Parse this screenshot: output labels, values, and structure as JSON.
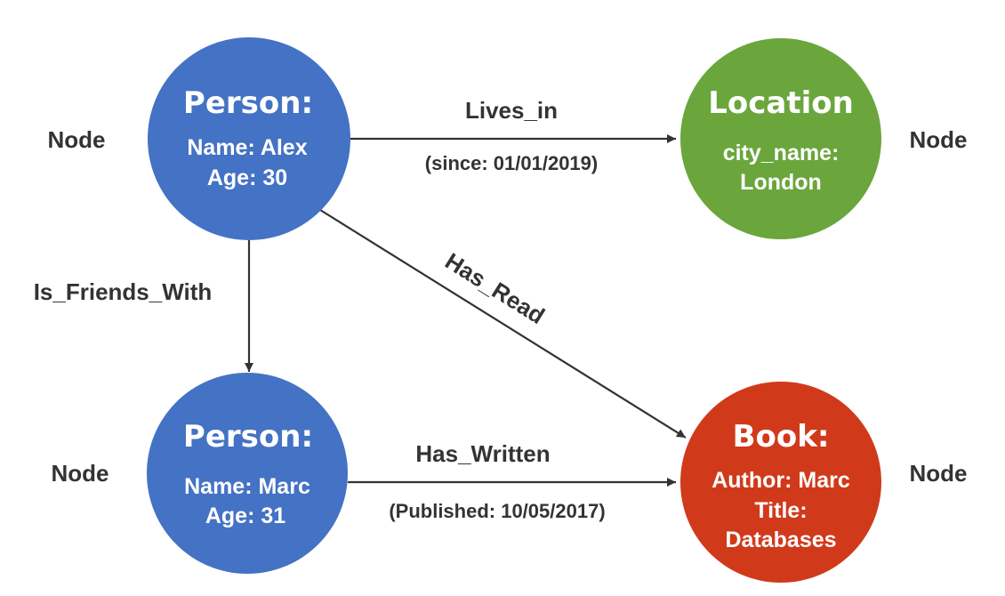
{
  "nodes": {
    "alex": {
      "title": "Person:",
      "attrs": [
        "Name: Alex",
        "Age: 30"
      ],
      "color": "#4472C4",
      "side_label": "Node"
    },
    "location": {
      "title": "Location",
      "attrs": [
        "city_name:",
        "London"
      ],
      "color": "#6AA63C",
      "side_label": "Node"
    },
    "marc": {
      "title": "Person:",
      "attrs": [
        "Name: Marc",
        "Age: 31"
      ],
      "color": "#4472C4",
      "side_label": "Node"
    },
    "book": {
      "title": "Book:",
      "attrs": [
        "Author: Marc",
        "Title:",
        "Databases"
      ],
      "color": "#D03A1B",
      "side_label": "Node"
    }
  },
  "edges": {
    "lives_in": {
      "label": "Lives_in",
      "property": "(since: 01/01/2019)"
    },
    "is_friends_with": {
      "label": "Is_Friends_With"
    },
    "has_read": {
      "label": "Has_Read"
    },
    "has_written": {
      "label": "Has_Written",
      "property": "(Published: 10/05/2017)"
    }
  },
  "colors": {
    "edge": "#333333",
    "text_dark": "#333333",
    "text_light": "#ffffff"
  }
}
